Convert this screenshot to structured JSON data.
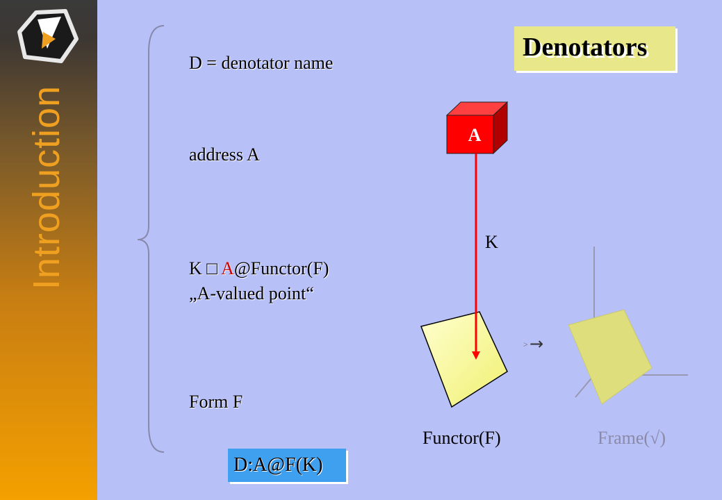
{
  "sidebar": {
    "heading": "Introduction"
  },
  "title": "Denotators",
  "left": {
    "line1": "D = denotator name",
    "line2": "address A",
    "line3_prefix": "K ",
    "line3_symbol": "",
    "line3_red": "A",
    "line3_suffix": "@Functor(F)",
    "line4": "„A-valued point“",
    "line5": "Form F"
  },
  "formula": "D:A@F(K)",
  "diagram": {
    "cube_label": "A",
    "arrow_label": "K",
    "map_symbol": "→",
    "functor_label": "Functor(F)",
    "frame_label": "Frame(√)"
  },
  "colors": {
    "background": "#b8c0f8",
    "accent": "#f0a020",
    "cube": "#ff0000",
    "plane": "#ffff99"
  }
}
